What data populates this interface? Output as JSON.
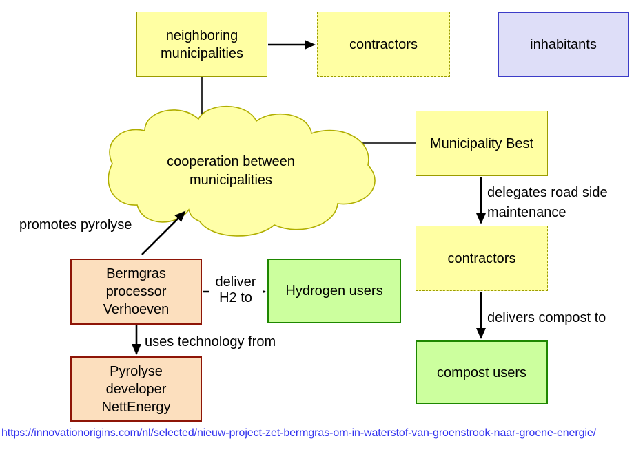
{
  "nodes": {
    "neighboring_municipalities": {
      "label": "neighboring\nmunicipalities"
    },
    "contractors_top": {
      "label": "contractors"
    },
    "inhabitants": {
      "label": "inhabitants"
    },
    "cooperation_cloud": {
      "label": "cooperation between\nmunicipalities"
    },
    "municipality_best": {
      "label": "Municipality Best"
    },
    "contractors_mid": {
      "label": "contractors"
    },
    "compost_users": {
      "label": "compost users"
    },
    "bermgras_processor": {
      "label": "Bermgras\nprocessor\nVerhoeven"
    },
    "hydrogen_users": {
      "label": "Hydrogen users"
    },
    "pyrolyse_developer": {
      "label": "Pyrolyse\ndeveloper\nNettEnergy"
    }
  },
  "edge_labels": {
    "promotes_pyrolyse": "promotes pyrolyse",
    "delegates_road_side": "delegates road side\nmaintenance",
    "delivers_compost": "delivers compost to",
    "deliver_h2": "deliver\nH2 to",
    "uses_technology": "uses technology from"
  },
  "source_link": "https://innovationorigins.com/nl/selected/nieuw-project-zet-bermgras-om-in-waterstof-van-groenstrook-naar-groene-energie/",
  "colors": {
    "yellow_fill": "#ffffa3",
    "yellow_border": "#9c9c00",
    "cloud_fill": "#ffffa8",
    "cloud_border": "#b0ae00",
    "peach_fill": "#fcdfbe",
    "peach_border": "#8e1507",
    "green_fill": "#ccff9e",
    "green_border": "#1e8700",
    "lavender_fill": "#dedef8",
    "lavender_border": "#3c3cc8",
    "arrow_color": "#000000",
    "link_color": "#3333ee"
  }
}
